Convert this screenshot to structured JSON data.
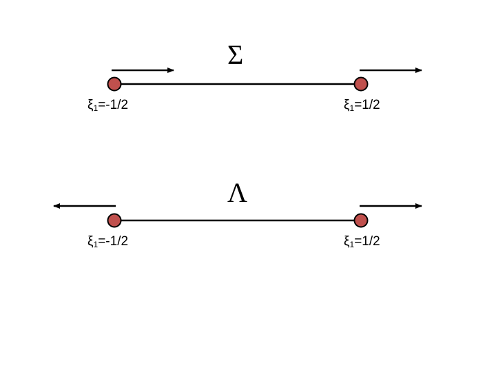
{
  "diagrams": [
    {
      "title": "Σ",
      "left_label": {
        "symbol": "ξ",
        "sub": "1",
        "value": "=-1/2"
      },
      "right_label": {
        "symbol": "ξ",
        "sub": "1",
        "value": "=1/2"
      },
      "left_arrow": "right",
      "right_arrow": "right"
    },
    {
      "title": "Λ",
      "left_label": {
        "symbol": "ξ",
        "sub": "1",
        "value": "=-1/2"
      },
      "right_label": {
        "symbol": "ξ",
        "sub": "1",
        "value": "=1/2"
      },
      "left_arrow": "left",
      "right_arrow": "right"
    }
  ],
  "colors": {
    "node": "#c0504d",
    "line": "#000000"
  }
}
